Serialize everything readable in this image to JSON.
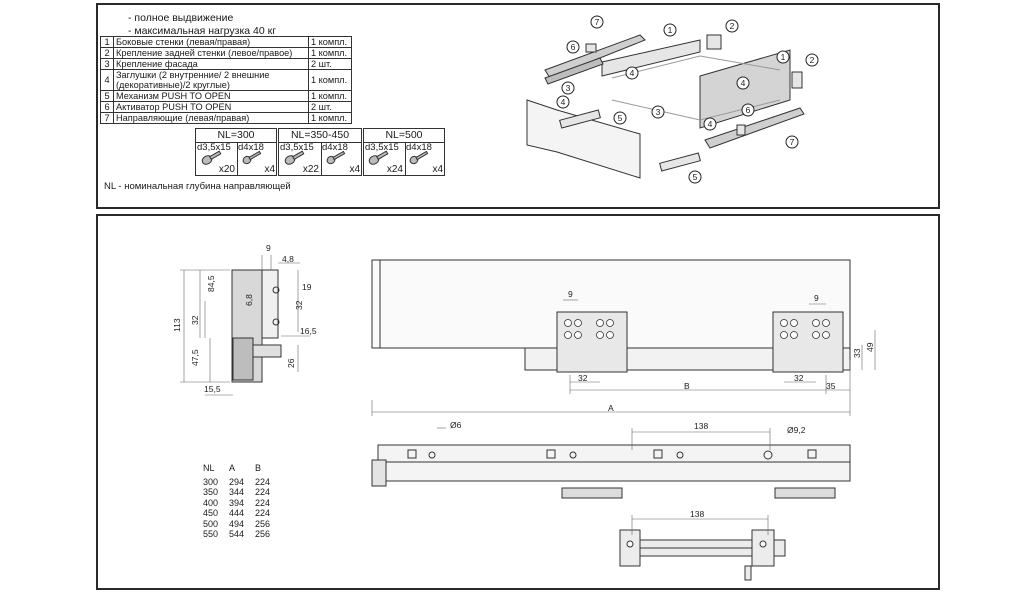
{
  "features": [
    "- полное выдвижение",
    "- максимальная нагрузка 40 кг"
  ],
  "parts": [
    {
      "n": "1",
      "desc": "Боковые стенки (левая/правая)",
      "qty": "1 компл."
    },
    {
      "n": "2",
      "desc": "Крепление задней стенки (левое/правое)",
      "qty": "1 компл."
    },
    {
      "n": "3",
      "desc": "Крепление фасада",
      "qty": "2 шт."
    },
    {
      "n": "4",
      "desc": "Заглушки (2 внутренние/ 2 внешние (декоративные)/2 круглые)",
      "qty": "1 компл."
    },
    {
      "n": "5",
      "desc": "Механизм PUSH TO OPEN",
      "qty": "1 компл."
    },
    {
      "n": "6",
      "desc": "Активатор PUSH TO OPEN",
      "qty": "2 шт."
    },
    {
      "n": "7",
      "desc": "Направляющие (левая/правая)",
      "qty": "1 компл."
    }
  ],
  "kits": [
    {
      "title": "NL=300",
      "screw1": "d3,5x15",
      "screw2": "d4x18",
      "qty1": "x20",
      "qty2": "x4"
    },
    {
      "title": "NL=350-450",
      "screw1": "d3,5x15",
      "screw2": "d4x18",
      "qty1": "x22",
      "qty2": "x4"
    },
    {
      "title": "NL=500",
      "screw1": "d3,5x15",
      "screw2": "d4x18",
      "qty1": "x24",
      "qty2": "x4"
    }
  ],
  "note": "NL - номинальная глубина направляющей",
  "callouts": [
    "1",
    "2",
    "3",
    "4",
    "5",
    "6",
    "7"
  ],
  "dims": {
    "side": [
      "9",
      "4,8",
      "84,5",
      "6,8",
      "19",
      "32",
      "113",
      "32",
      "16,5",
      "47,5",
      "26",
      "15,5"
    ],
    "front": [
      "9",
      "9",
      "33",
      "49",
      "32",
      "32",
      "35",
      "B",
      "A"
    ],
    "bottom": [
      "Ø6",
      "138",
      "Ø9,2",
      "138"
    ]
  },
  "size_table": {
    "headers": [
      "NL",
      "A",
      "B"
    ],
    "rows": [
      [
        "300",
        "294",
        "224"
      ],
      [
        "350",
        "344",
        "224"
      ],
      [
        "400",
        "394",
        "224"
      ],
      [
        "450",
        "444",
        "224"
      ],
      [
        "500",
        "494",
        "256"
      ],
      [
        "550",
        "544",
        "256"
      ]
    ]
  }
}
